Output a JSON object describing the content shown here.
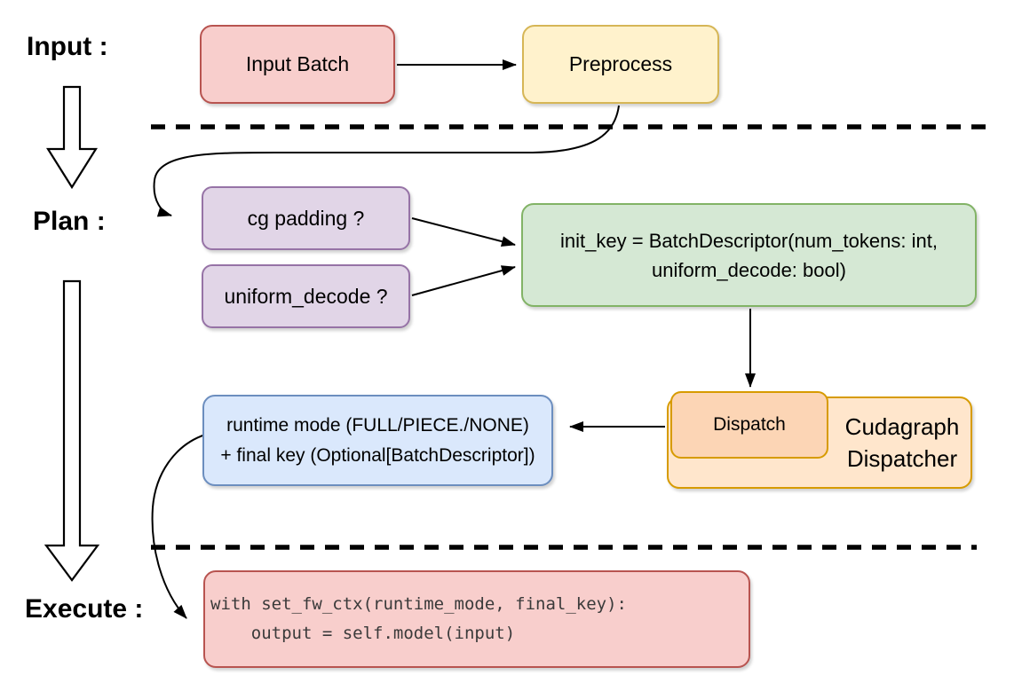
{
  "diagram": {
    "stages": {
      "input": {
        "label": "Input :"
      },
      "plan": {
        "label": "Plan :"
      },
      "execute": {
        "label": "Execute :"
      }
    },
    "nodes": {
      "input_batch": {
        "label": "Input Batch"
      },
      "preprocess": {
        "label": "Preprocess"
      },
      "cg_padding": {
        "label": "cg padding ?"
      },
      "uniform_decode": {
        "label": "uniform_decode ?"
      },
      "init_key": {
        "line1": "init_key = BatchDescriptor(num_tokens: int,",
        "line2": "uniform_decode: bool)"
      },
      "runtime_mode": {
        "line1": "runtime mode (FULL/PIECE./NONE)",
        "line2": "+ final key (Optional[BatchDescriptor])"
      },
      "dispatch": {
        "label": "Dispatch"
      },
      "cudagraph_dispatcher": {
        "line1": "Cudagraph",
        "line2": "Dispatcher"
      },
      "execute_code": {
        "line1": "with set_fw_ctx(runtime_mode, final_key):",
        "line2": "    output = self.model(input)"
      }
    },
    "colors": {
      "red_fill": "#f8cecc",
      "red_stroke": "#b85450",
      "yellow_fill": "#fff2cc",
      "yellow_stroke": "#d6b656",
      "purple_fill": "#e1d5e7",
      "purple_stroke": "#9673a6",
      "green_fill": "#d5e8d4",
      "green_stroke": "#82b366",
      "blue_fill": "#dae8fc",
      "blue_stroke": "#6c8ebf",
      "orange_fill": "#ffe6cc",
      "orange_stroke": "#d79b00",
      "dispatch_fill": "#fcd5b5",
      "connector": "#000000"
    }
  }
}
